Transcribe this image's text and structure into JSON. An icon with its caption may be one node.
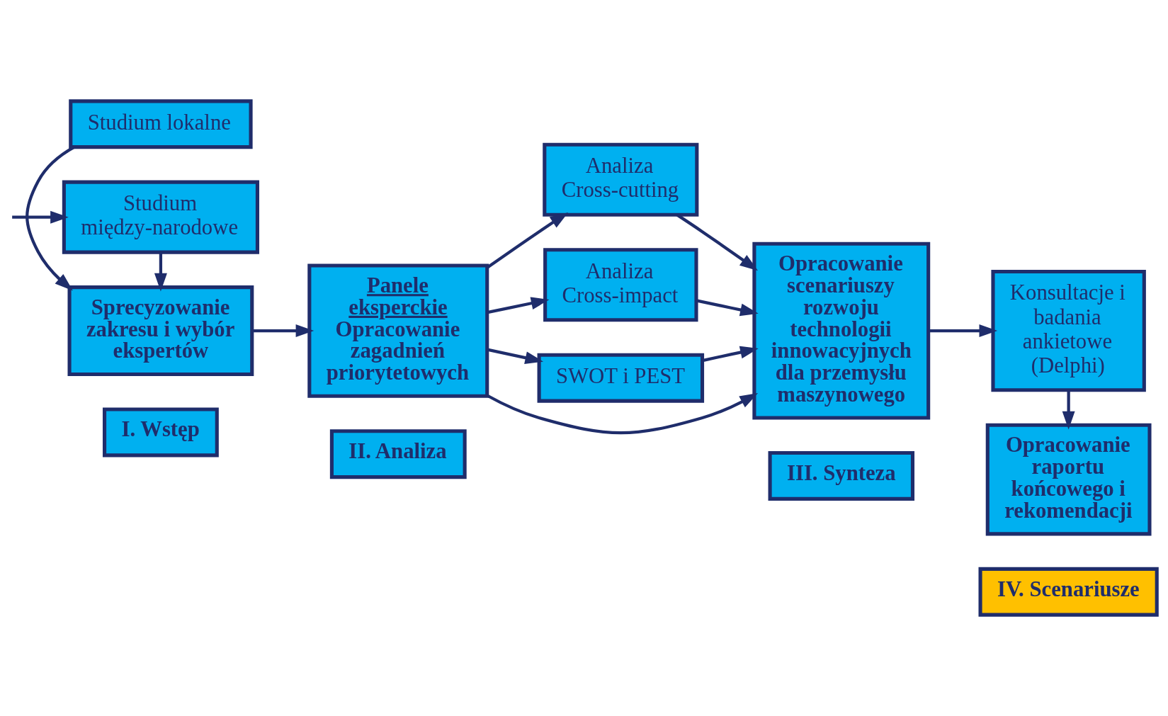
{
  "diagram": {
    "nodes": [
      {
        "text": [
          "I. Wstęp"
        ]
      },
      {
        "text": [
          "II. Analiza"
        ]
      },
      {
        "text": [
          "III. Synteza"
        ]
      },
      {
        "text": [
          "IV. Scenariusze"
        ]
      },
      {
        "text": [
          "Sprecyzowanie zakresu i wybór ekspertów"
        ]
      },
      {
        "text": [
          "Studium lokalne"
        ]
      },
      {
        "text": [
          "Studium między-narodowe"
        ]
      },
      {
        "text": [
          "Panele eksperckie",
          "Opracowanie zagadnień priorytetowych"
        ]
      },
      {
        "text": [
          "Analiza Cross-cutting"
        ]
      },
      {
        "text": [
          "Analiza Cross-impact"
        ]
      },
      {
        "text": [
          "SWOT i PEST"
        ]
      },
      {
        "text": [
          "Opracowanie scenariuszy rozwoju technologii innowacyjnych dla przemysłu maszynowego"
        ]
      },
      {
        "text": [
          "Konsultacje i badania ankietowe (Delphi)"
        ]
      },
      {
        "text": [
          "Opracowanie raportu końcowego i rekomendacji"
        ]
      }
    ],
    "edges": [
      {
        "from": null,
        "to": 6,
        "arrow": "to"
      },
      {
        "from": 6,
        "to": 4,
        "arrow": "to"
      },
      {
        "from": 5,
        "to": 4,
        "arrow": "to"
      },
      {
        "from": 4,
        "to": 7,
        "arrow": "to"
      },
      {
        "from": 7,
        "to": 8,
        "arrow": "to"
      },
      {
        "from": 7,
        "to": 9,
        "arrow": "to"
      },
      {
        "from": 7,
        "to": 10,
        "arrow": "to"
      },
      {
        "from": 7,
        "to": 11,
        "arrow": "to"
      },
      {
        "from": 8,
        "to": 11,
        "arrow": "to"
      },
      {
        "from": 9,
        "to": 11,
        "arrow": "to"
      },
      {
        "from": 10,
        "to": 11,
        "arrow": "to"
      },
      {
        "from": 11,
        "to": 12,
        "arrow": "to"
      },
      {
        "from": 12,
        "to": 13,
        "arrow": "to"
      }
    ]
  }
}
